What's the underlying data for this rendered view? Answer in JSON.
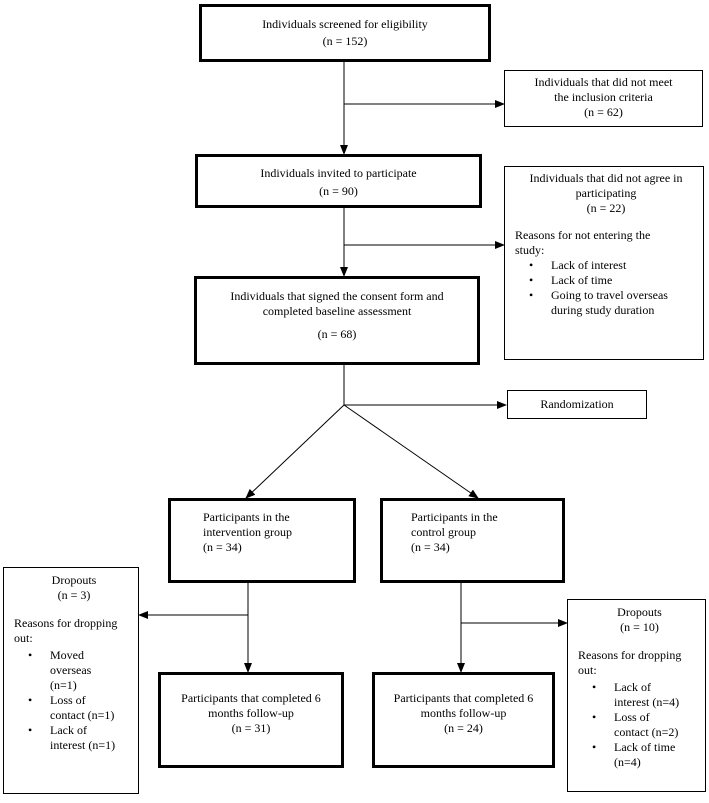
{
  "boxes": {
    "screened": {
      "line1": "Individuals screened for eligibility",
      "line2": "(n = 152)"
    },
    "not_meet": {
      "line1": "Individuals that did not meet",
      "line2": "the inclusion criteria",
      "line3": "(n = 62)"
    },
    "invited": {
      "line1": "Individuals invited to participate",
      "line2": "(n = 90)"
    },
    "not_agree": {
      "line1": "Individuals that did not agree in",
      "line2": "participating",
      "line3": "(n = 22)",
      "reasons_title": "Reasons for not entering the study:",
      "reasons": [
        "Lack of interest",
        "Lack of time",
        "Going to travel overseas during study duration"
      ]
    },
    "consent": {
      "line1": "Individuals that signed the consent form and",
      "line2": "completed baseline assessment",
      "line3": "(n = 68)"
    },
    "randomization": {
      "label": "Randomization"
    },
    "intervention": {
      "line1": "Participants in the",
      "line2": "intervention group",
      "line3": "(n = 34)"
    },
    "control": {
      "line1": "Participants in the",
      "line2": "control group",
      "line3": "(n = 34)"
    },
    "dropouts_left": {
      "title": "Dropouts",
      "count": "(n = 3)",
      "reasons_title": "Reasons for dropping out:",
      "reasons": [
        "Moved overseas (n=1)",
        "Loss of contact (n=1)",
        "Lack of interest (n=1)"
      ]
    },
    "dropouts_right": {
      "title": "Dropouts",
      "count": "(n = 10)",
      "reasons_title": "Reasons for dropping out:",
      "reasons": [
        "Lack of interest (n=4)",
        "Loss of contact (n=2)",
        "Lack of time (n=4)"
      ]
    },
    "completed_left": {
      "line1": "Participants that completed 6",
      "line2": "months follow-up",
      "line3": "(n = 31)"
    },
    "completed_right": {
      "line1": "Participants that completed 6",
      "line2": "months follow-up",
      "line3": "(n = 24)"
    }
  }
}
